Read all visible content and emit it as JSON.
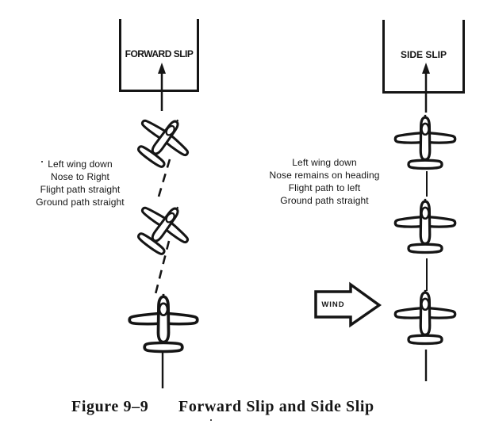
{
  "figure": {
    "background": "#ffffff",
    "ink_color": "#151515",
    "left_panel": {
      "runway_label": "FORWARD SLIP",
      "notes": [
        "Left wing down",
        "Nose to Right",
        "Flight path straight",
        "Ground path straight"
      ]
    },
    "right_panel": {
      "runway_label": "SIDE SLIP",
      "notes": [
        "Left wing down",
        "Nose remains on heading",
        "Flight path to left",
        "Ground path straight"
      ],
      "wind_label": "WIND"
    },
    "caption": {
      "number": "Figure 9–9",
      "title": "Forward Slip and Side Slip"
    },
    "icons": {
      "airplane": "airplane-top-view-icon",
      "wind": "wind-block-arrow-icon"
    }
  }
}
